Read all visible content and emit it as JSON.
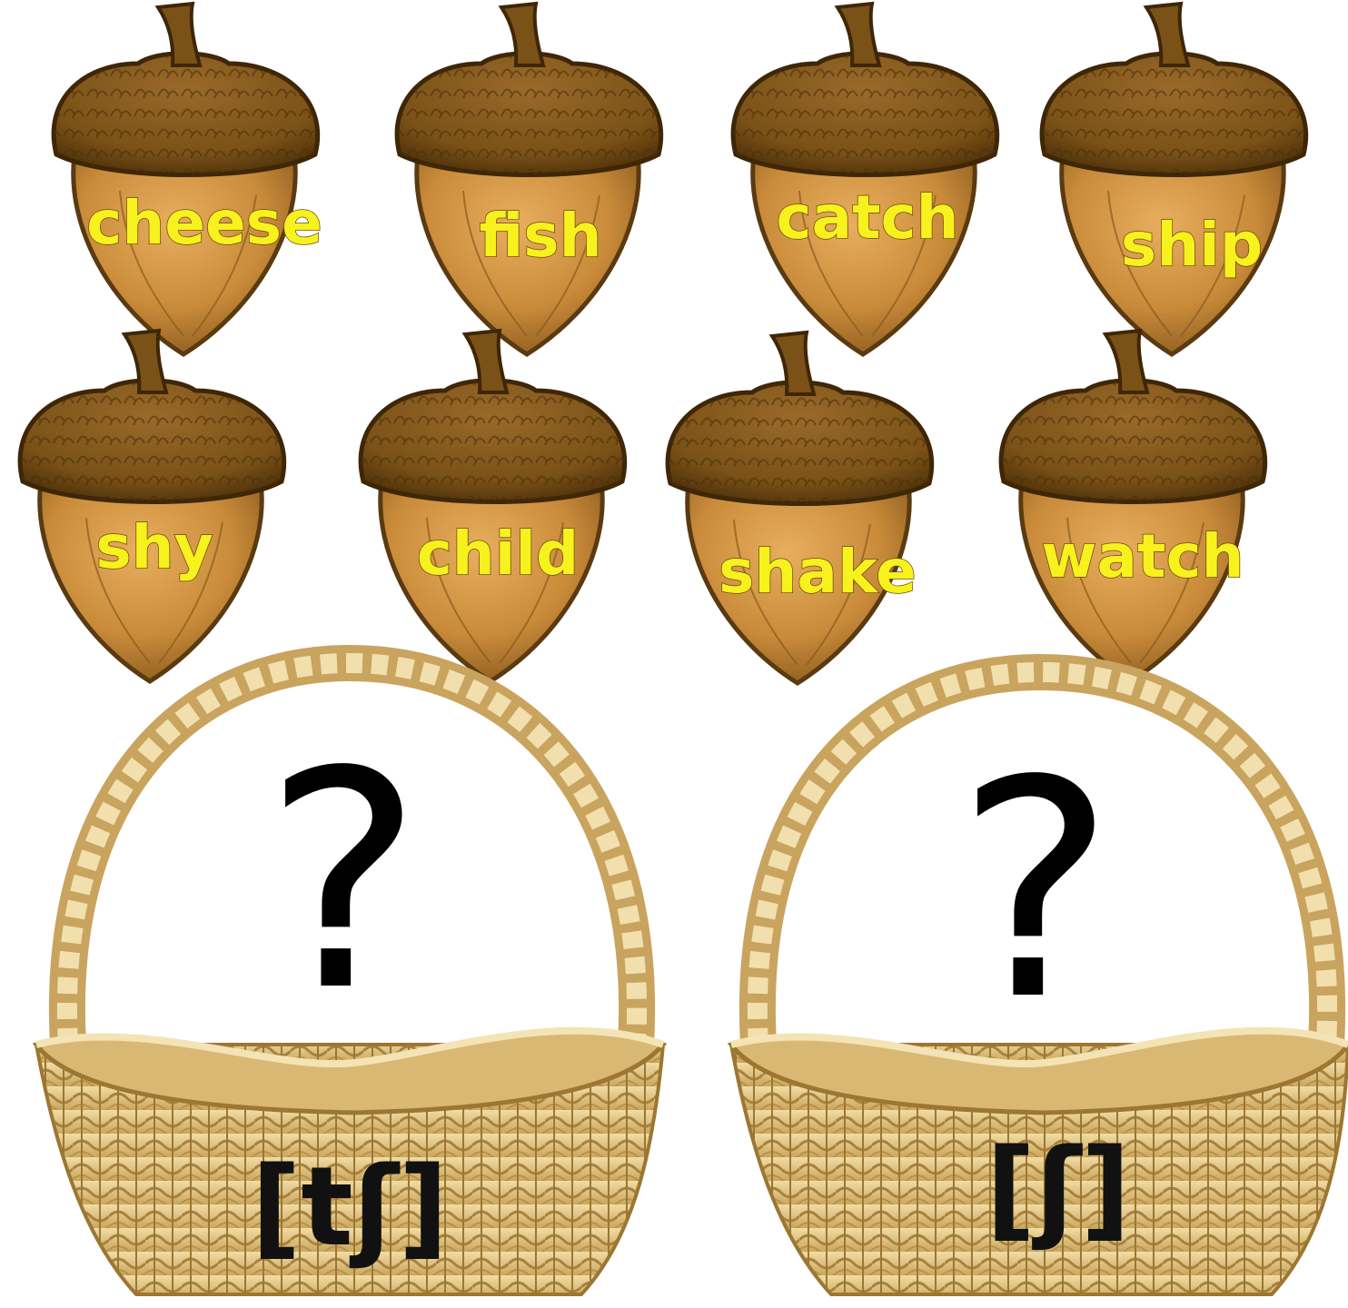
{
  "acorns": [
    {
      "word": "cheese"
    },
    {
      "word": "fish"
    },
    {
      "word": "catch"
    },
    {
      "word": "ship"
    },
    {
      "word": "shy"
    },
    {
      "word": "child"
    },
    {
      "word": "shake"
    },
    {
      "word": "watch"
    }
  ],
  "baskets": [
    {
      "question": "?",
      "sound": "[tʃ]"
    },
    {
      "question": "?",
      "sound": "[ʃ]"
    }
  ],
  "colors": {
    "cap": "#7a5117",
    "nut": "#c98b3a",
    "word": "#f7f21d",
    "wicker": "#e2c98b"
  }
}
